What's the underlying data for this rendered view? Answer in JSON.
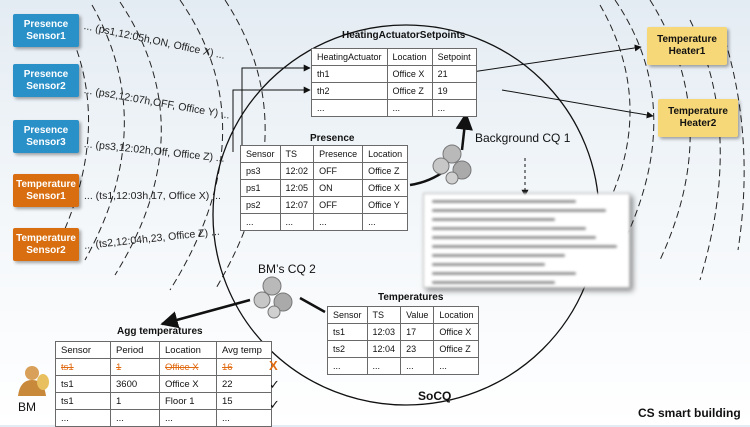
{
  "colors": {
    "sensor_blue": "#2a90c8",
    "sensor_orange": "#d86e10",
    "heater_yellow": "#f7d878",
    "alert": "#e06a10"
  },
  "sensors": [
    {
      "id": "presence-sensor-1",
      "label": "Presence\nSensor1",
      "stream": "... (ps1,12:05h,ON, Office X) ..."
    },
    {
      "id": "presence-sensor-2",
      "label": "Presence\nSensor2",
      "stream": "... (ps2,12:07h,OFF, Office Y) ..."
    },
    {
      "id": "presence-sensor-3",
      "label": "Presence\nSensor3",
      "stream": "... (ps3,12:02h,Off, Office Z) ..."
    },
    {
      "id": "temperature-sensor-1",
      "label": "Temperature\nSensor1",
      "stream": "... (ts1,12:03h,17, Office X) ..."
    },
    {
      "id": "temperature-sensor-2",
      "label": "Temperature\nSensor2",
      "stream": "... (ts2,12:04h,23, Office Z) ..."
    }
  ],
  "heaters": [
    {
      "id": "temperature-heater-1",
      "label": "Temperature\nHeater1"
    },
    {
      "id": "temperature-heater-2",
      "label": "Temperature\nHeater2"
    }
  ],
  "setpoints": {
    "title": "HeatingActuatorSetpoints",
    "headers": [
      "HeatingActuator",
      "Location",
      "Setpoint"
    ],
    "rows": [
      [
        "th1",
        "Office X",
        "21"
      ],
      [
        "th2",
        "Office Z",
        "19"
      ],
      [
        "...",
        "...",
        "..."
      ]
    ]
  },
  "presence": {
    "title": "Presence",
    "headers": [
      "Sensor",
      "TS",
      "Presence",
      "Location"
    ],
    "rows": [
      [
        "ps3",
        "12:02",
        "OFF",
        "Office Z"
      ],
      [
        "ps1",
        "12:05",
        "ON",
        "Office X"
      ],
      [
        "ps2",
        "12:07",
        "OFF",
        "Office Y"
      ],
      [
        "...",
        "...",
        "...",
        "..."
      ]
    ]
  },
  "temperatures": {
    "title": "Temperatures",
    "headers": [
      "Sensor",
      "TS",
      "Value",
      "Location"
    ],
    "rows": [
      [
        "ts1",
        "12:03",
        "17",
        "Office X"
      ],
      [
        "ts2",
        "12:04",
        "23",
        "Office Z"
      ],
      [
        "...",
        "...",
        "...",
        "..."
      ]
    ]
  },
  "agg": {
    "title": "Agg temperatures",
    "headers": [
      "Sensor",
      "Period",
      "Location",
      "Avg temp"
    ],
    "rows": [
      [
        "ts1",
        "1",
        "Office X",
        "16"
      ],
      [
        "ts1",
        "3600",
        "Office X",
        "22"
      ],
      [
        "ts1",
        "1",
        "Floor 1",
        "15"
      ],
      [
        "...",
        "...",
        "...",
        "..."
      ]
    ],
    "marks": [
      "X",
      "✓",
      "✓"
    ]
  },
  "labels": {
    "background_cq": "Background CQ 1",
    "bm_cq": "BM’s CQ 2",
    "bm": "BM",
    "socq": "SoCQ",
    "footer": "CS smart building"
  }
}
